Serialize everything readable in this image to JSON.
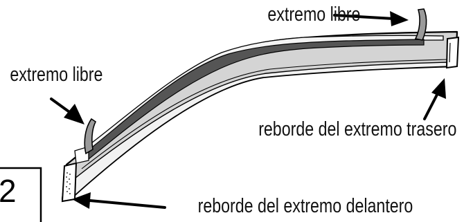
{
  "step_number": "2",
  "labels": {
    "free_end_top": "extremo libre",
    "free_end_left": "extremo libre",
    "rear_flange": "reborde del extremo trasero",
    "front_flange": "reborde del extremo delantero"
  },
  "colors": {
    "visor_fill": "#d4d4d4",
    "visor_highlight": "#f2f2f2",
    "adhesive_tape": "#555555",
    "outline": "#000000",
    "background": "#ffffff"
  },
  "icons": [
    "arrow-icon"
  ]
}
